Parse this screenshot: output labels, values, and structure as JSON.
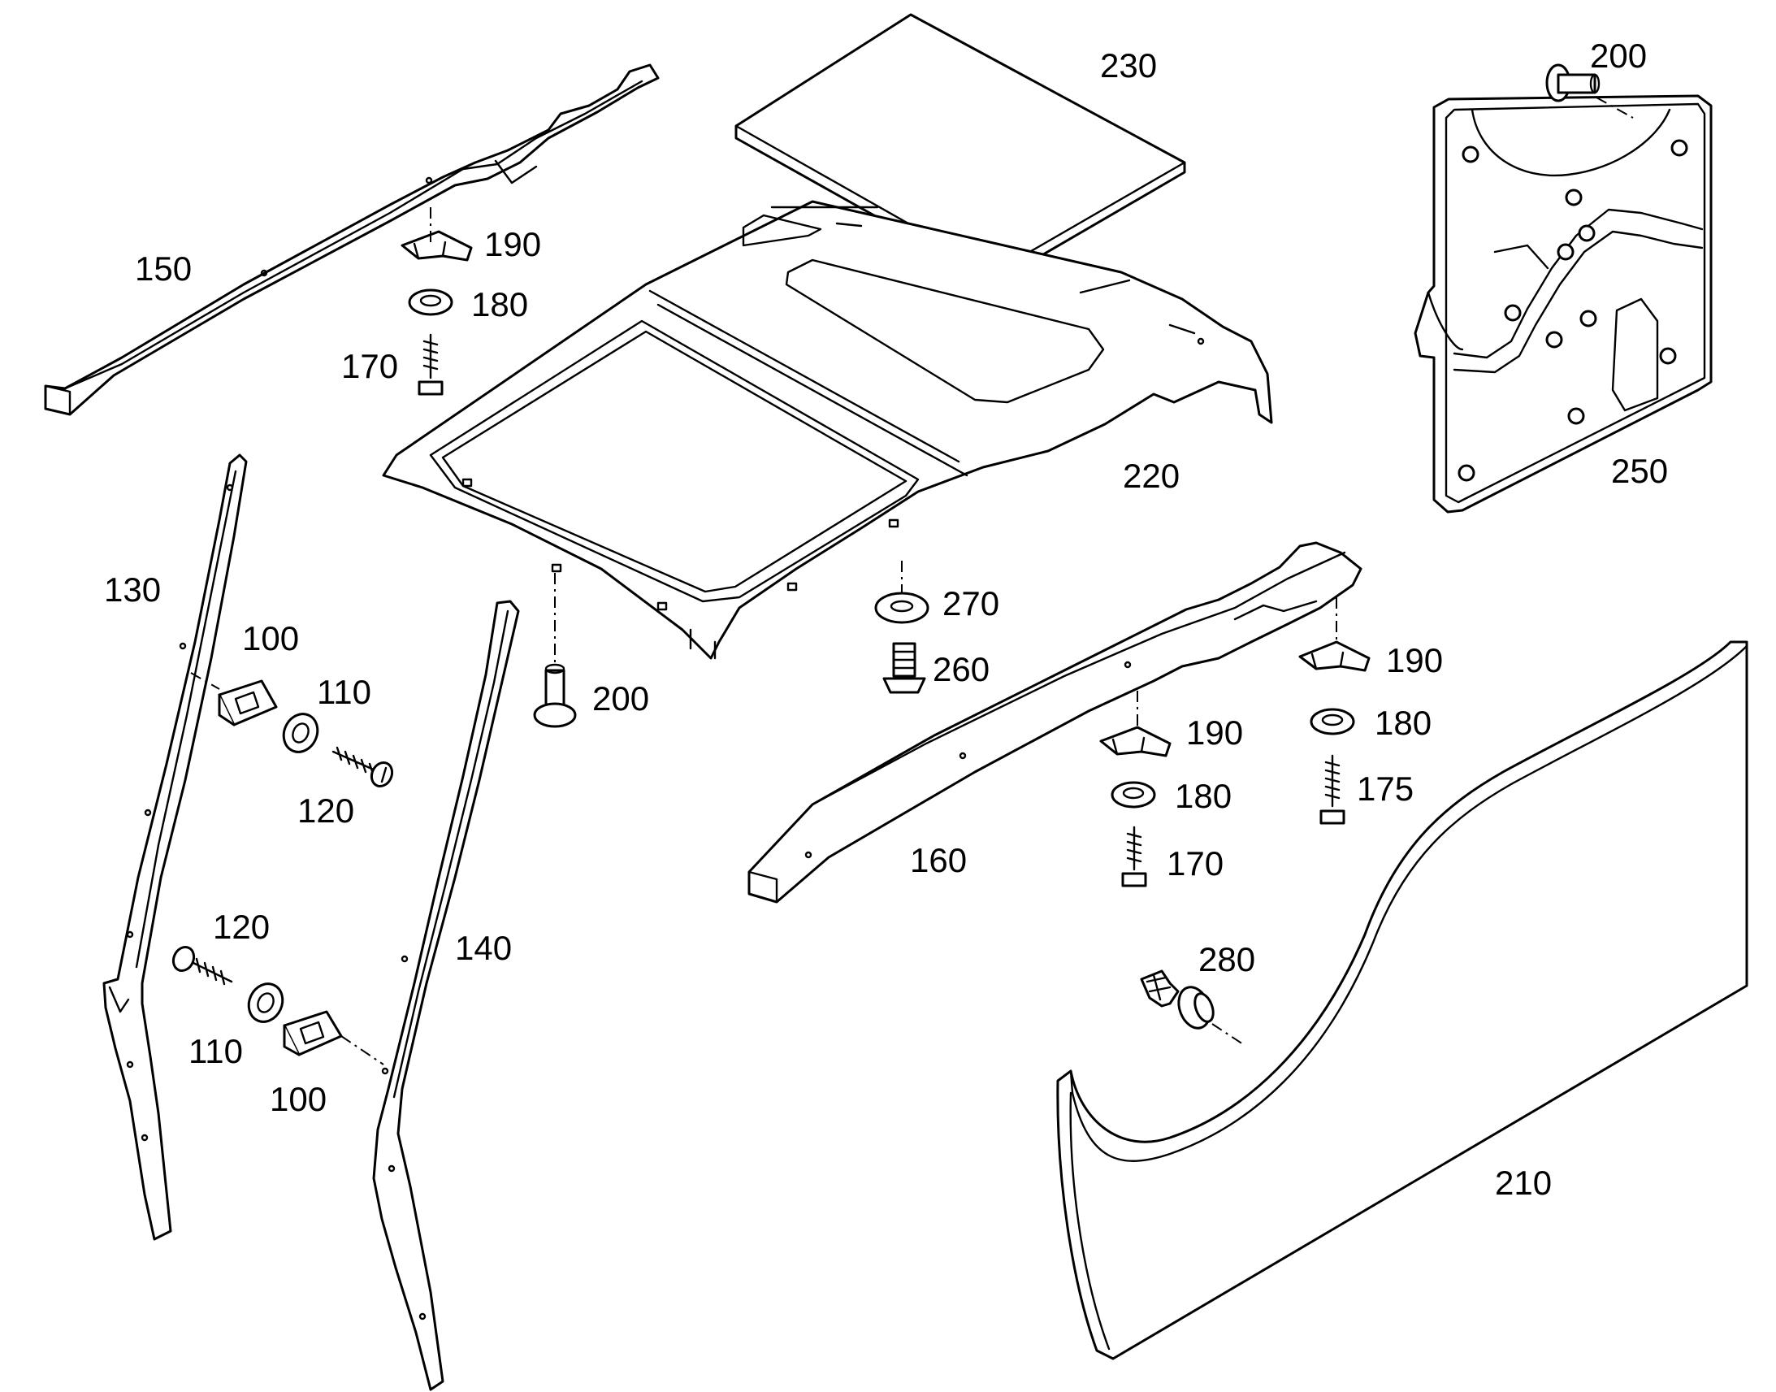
{
  "diagram": {
    "labels": {
      "l100a": "100",
      "l100b": "100",
      "l110a": "110",
      "l110b": "110",
      "l120a": "120",
      "l120b": "120",
      "l130": "130",
      "l140": "140",
      "l150": "150",
      "l160": "160",
      "l170a": "170",
      "l170b": "170",
      "l175": "175",
      "l180a": "180",
      "l180b": "180",
      "l180c": "180",
      "l190a": "190",
      "l190b": "190",
      "l190c": "190",
      "l200a": "200",
      "l200b": "200",
      "l210": "210",
      "l220": "220",
      "l230": "230",
      "l250": "250",
      "l260": "260",
      "l270": "270",
      "l280": "280"
    }
  }
}
